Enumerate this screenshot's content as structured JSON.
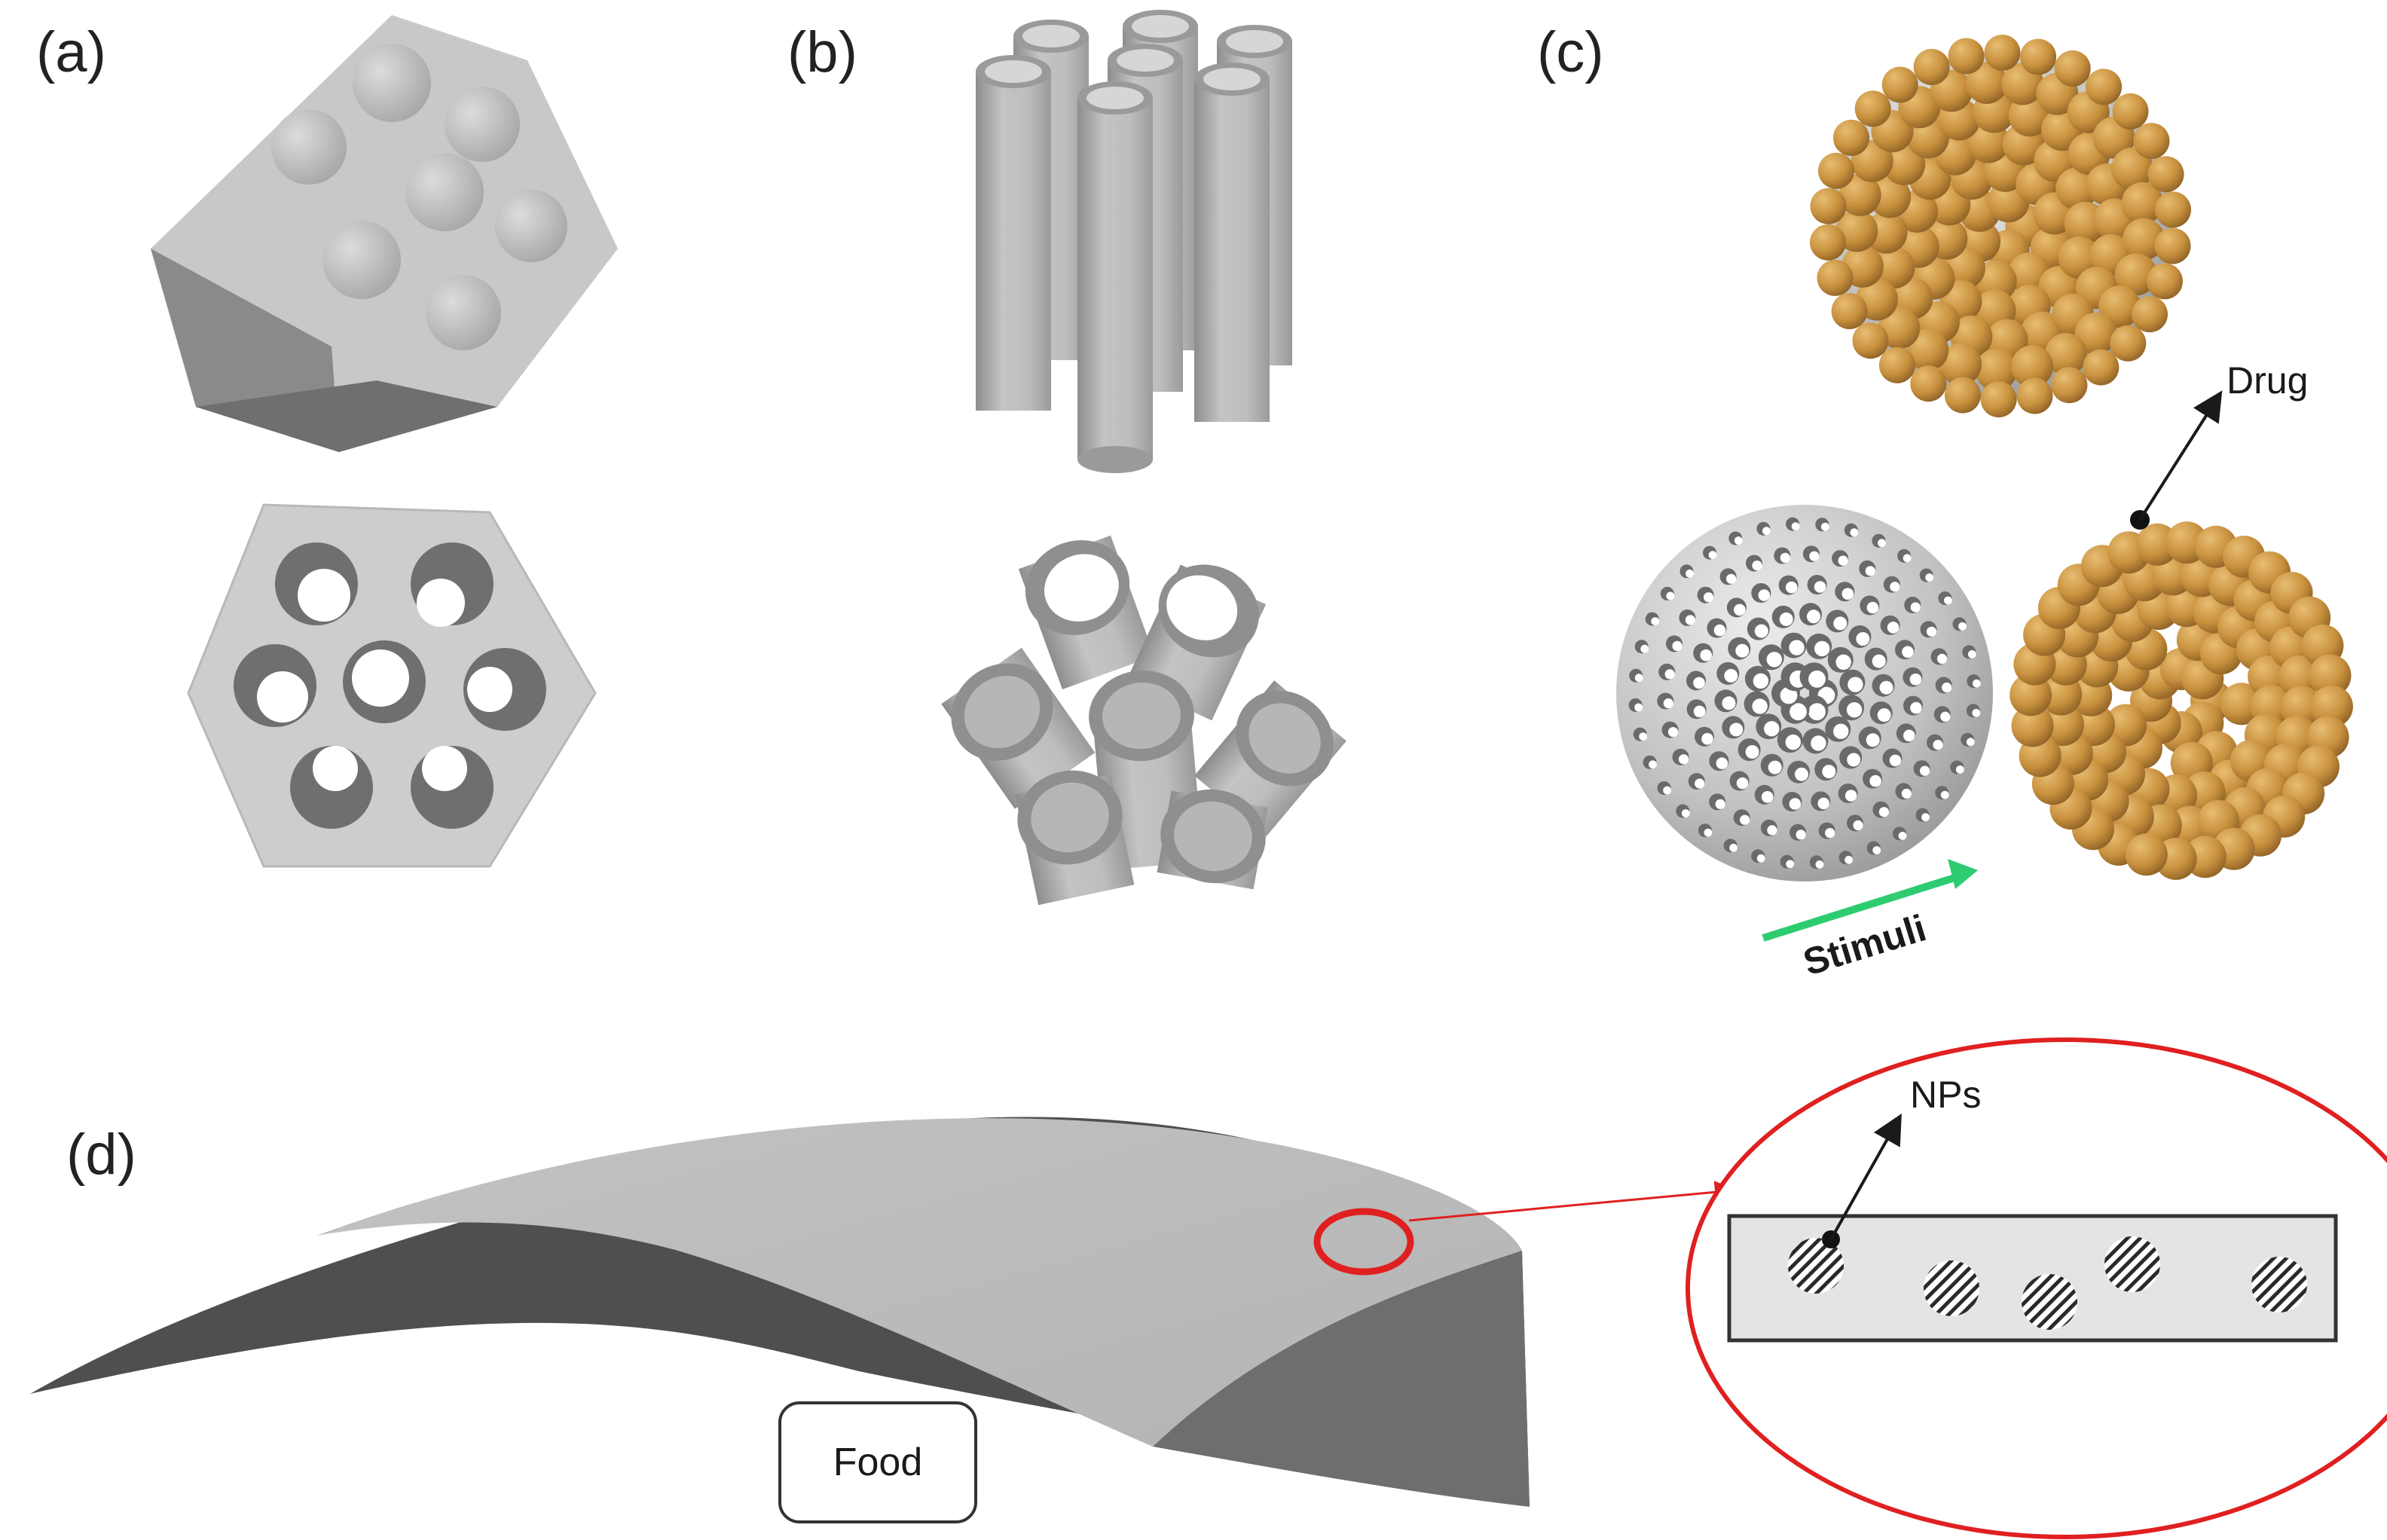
{
  "panels": {
    "a": {
      "label": "(a)"
    },
    "b": {
      "label": "(b)"
    },
    "c": {
      "label": "(c)",
      "drug_label": "Drug",
      "stimuli_label": "Stimuli"
    },
    "d": {
      "label": "(d)",
      "food_label": "Food",
      "nps_label": "NPs"
    }
  },
  "colors": {
    "gray_surface": "#c9c9c9",
    "gray_dark": "#7a7a7a",
    "nanoparticle_gold": "#c8913e",
    "stimuli_arrow": "#2ecc71",
    "highlight_red": "#e02020"
  }
}
